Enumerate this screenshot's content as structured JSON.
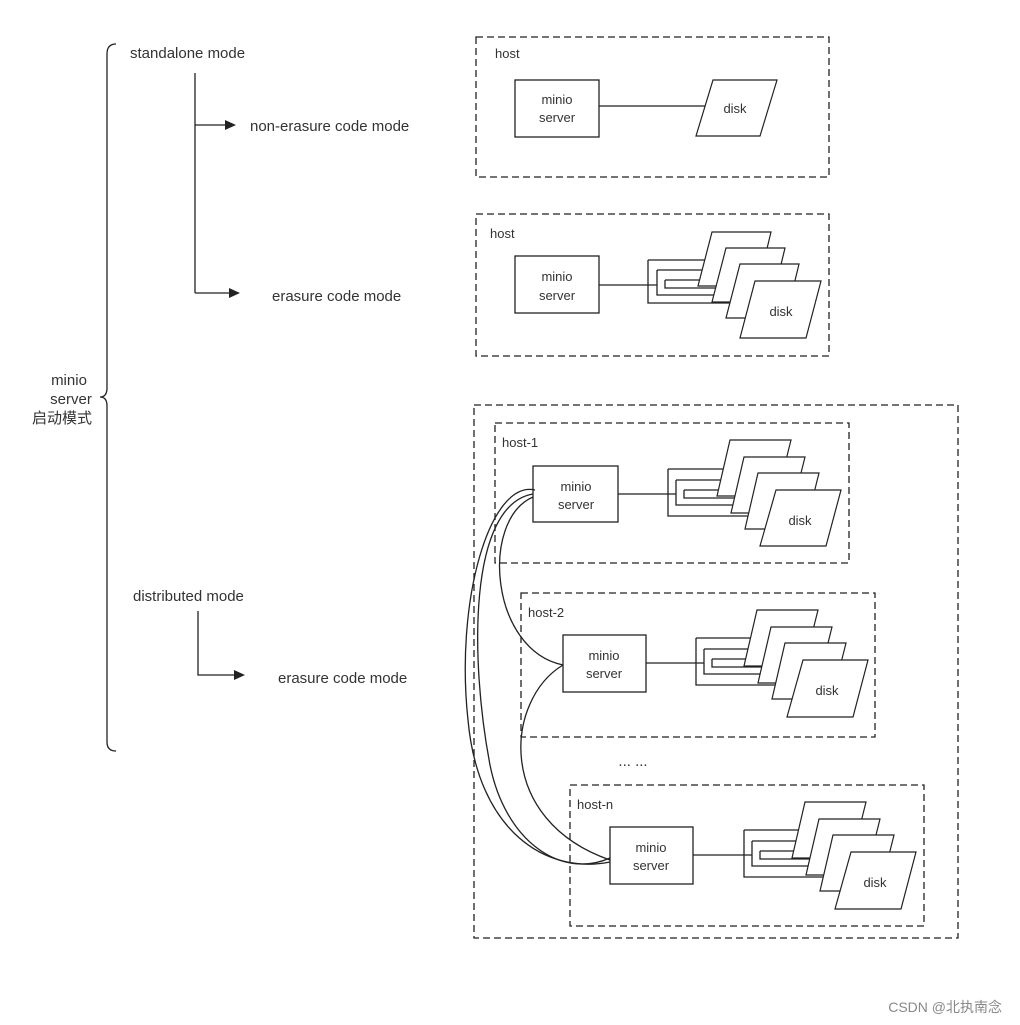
{
  "tree": {
    "root_line1": "minio",
    "root_line2": "server",
    "root_line3": "启动模式",
    "standalone": "standalone mode",
    "non_erasure": "non-erasure code mode",
    "erasure_standalone": "erasure code mode",
    "distributed": "distributed mode",
    "erasure_distributed": "erasure code mode"
  },
  "standalone_single": {
    "host_label": "host",
    "server_line1": "minio",
    "server_line2": "server",
    "disk_label": "disk"
  },
  "standalone_multi": {
    "host_label": "host",
    "server_line1": "minio",
    "server_line2": "server",
    "disk_label": "disk"
  },
  "distributed": {
    "hosts": [
      {
        "label": "host-1",
        "server_line1": "minio",
        "server_line2": "server",
        "disk_label": "disk"
      },
      {
        "label": "host-2",
        "server_line1": "minio",
        "server_line2": "server",
        "disk_label": "disk"
      },
      {
        "label": "host-n",
        "server_line1": "minio",
        "server_line2": "server",
        "disk_label": "disk"
      }
    ],
    "ellipsis": "... ..."
  },
  "watermark": "CSDN @北执南念"
}
